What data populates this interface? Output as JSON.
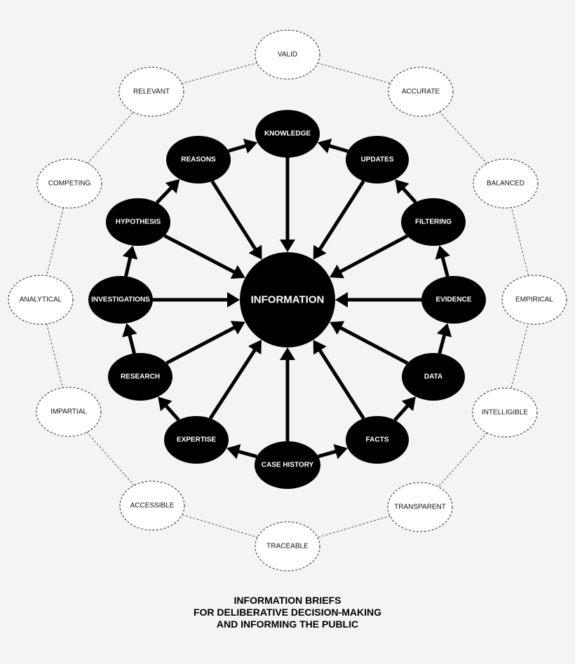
{
  "center": {
    "label": "INFORMATION"
  },
  "inner_nodes": [
    {
      "id": "knowledge",
      "label": "KNOWLEDGE"
    },
    {
      "id": "updates",
      "label": "UPDATES"
    },
    {
      "id": "filtering",
      "label": "FILTERING"
    },
    {
      "id": "evidence",
      "label": "EVIDENCE"
    },
    {
      "id": "data",
      "label": "DATA"
    },
    {
      "id": "facts",
      "label": "FACTS"
    },
    {
      "id": "case_history",
      "label": "CASE HISTORY"
    },
    {
      "id": "expertise",
      "label": "EXPERTISE"
    },
    {
      "id": "research",
      "label": "RESEARCH"
    },
    {
      "id": "investigations",
      "label": "INVESTIGATIONS"
    },
    {
      "id": "hypothesis",
      "label": "HYPOTHESIS"
    },
    {
      "id": "reasons",
      "label": "REASONS"
    }
  ],
  "outer_nodes": [
    {
      "id": "valid",
      "label": "VALID"
    },
    {
      "id": "accurate",
      "label": "ACCURATE"
    },
    {
      "id": "balanced",
      "label": "BALANCED"
    },
    {
      "id": "empirical",
      "label": "EMPIRICAL"
    },
    {
      "id": "intelligible",
      "label": "INTELLIGIBLE"
    },
    {
      "id": "transparent",
      "label": "TRANSPARENT"
    },
    {
      "id": "traceable",
      "label": "TRACEABLE"
    },
    {
      "id": "accessible",
      "label": "ACCESSIBLE"
    },
    {
      "id": "impartial",
      "label": "IMPARTIAL"
    },
    {
      "id": "analytical",
      "label": "ANALYTICAL"
    },
    {
      "id": "competing",
      "label": "COMPETING"
    },
    {
      "id": "relevant",
      "label": "RELEVANT"
    }
  ],
  "edges_to_center": [
    "knowledge",
    "updates",
    "filtering",
    "evidence",
    "data",
    "facts",
    "case_history",
    "expertise",
    "research",
    "investigations",
    "hypothesis",
    "reasons"
  ],
  "edges_between": [
    [
      "case_history",
      "facts"
    ],
    [
      "facts",
      "data"
    ],
    [
      "data",
      "evidence"
    ],
    [
      "evidence",
      "filtering"
    ],
    [
      "filtering",
      "updates"
    ],
    [
      "updates",
      "knowledge"
    ],
    [
      "case_history",
      "expertise"
    ],
    [
      "expertise",
      "research"
    ],
    [
      "research",
      "investigations"
    ],
    [
      "investigations",
      "hypothesis"
    ],
    [
      "hypothesis",
      "reasons"
    ],
    [
      "reasons",
      "knowledge"
    ]
  ],
  "caption": {
    "line1": "INFORMATION BRIEFS",
    "line2": "FOR DELIBERATIVE DECISION-MAKING",
    "line3": "AND INFORMING THE PUBLIC"
  },
  "colors": {
    "background": "#f4f4f4",
    "node_fill": "#000000",
    "node_text": "#ffffff",
    "outer_fill": "#ffffff",
    "outer_stroke": "#222222",
    "ring_stroke": "#555555"
  }
}
